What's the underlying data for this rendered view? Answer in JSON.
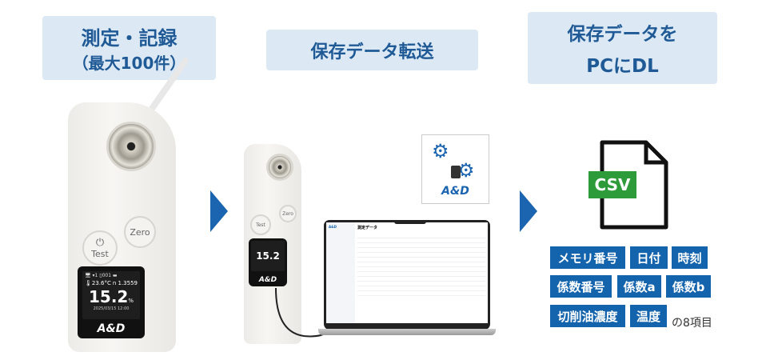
{
  "steps": [
    {
      "title": "測定・記録",
      "subtitle": "（最大100件）"
    },
    {
      "title": "保存データ転送"
    },
    {
      "title": "保存データを",
      "subtitle": "PCにDL"
    }
  ],
  "device": {
    "zero_label": "Zero",
    "test_label": "Test",
    "temp": "🌡23.6°C",
    "ri": "n 1.3559",
    "value": "15.2",
    "unit": "%",
    "datetime": "2025/03/15 12:00",
    "status": "🖥 ▾1 ▯001 ▬",
    "brand": "A&D"
  },
  "device_small": {
    "zero_label": "Zero",
    "test_label": "Test",
    "value": "15.2",
    "brand": "A&D"
  },
  "laptop": {
    "title": "測定データ",
    "logo": "A&D"
  },
  "app_icon": {
    "brand": "A&D"
  },
  "csv": {
    "label": "CSV"
  },
  "items": [
    "メモリ番号",
    "日付",
    "時刻",
    "係数番号",
    "係数a",
    "係数b",
    "切削油濃度",
    "温度"
  ],
  "items_suffix": "の8項目",
  "colors": {
    "accent": "#1463ad",
    "label_bg": "#dce9f5",
    "label_text": "#1f5a96",
    "csv_green": "#2e9b3a"
  }
}
